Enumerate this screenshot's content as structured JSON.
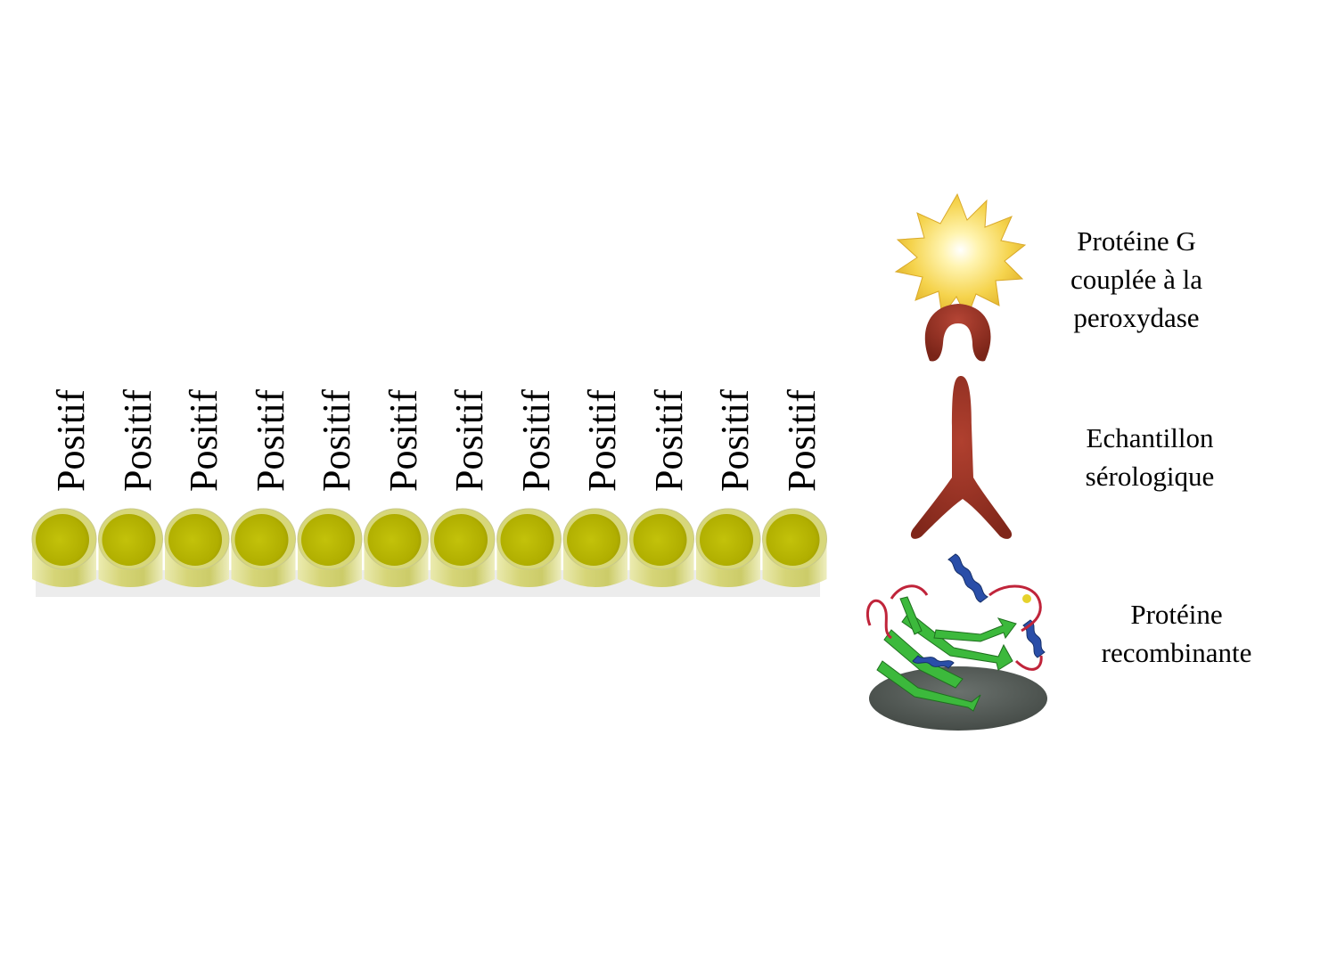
{
  "wells": {
    "labels": [
      "Positif",
      "Positif",
      "Positif",
      "Positif",
      "Positif",
      "Positif",
      "Positif",
      "Positif",
      "Positif",
      "Positif",
      "Positif",
      "Positif"
    ],
    "liquid_color": "#b8b600",
    "tube_color": "#d7d77a"
  },
  "legend": {
    "protein_g": {
      "line1": "Protéine G",
      "line2": "couplée à la",
      "line3": "peroxydase",
      "icon": "star-enzyme-icon",
      "color": "#f7d64a"
    },
    "sample": {
      "line1": "Echantillon",
      "line2": "sérologique",
      "icon": "antibody-icon",
      "color": "#9e3428"
    },
    "recombinant": {
      "line1": "Protéine",
      "line2": "recombinante",
      "icon": "protein-ribbon-icon",
      "colors": [
        "#3cb93c",
        "#2a4ea8",
        "#c0243a",
        "#505a55"
      ]
    }
  }
}
